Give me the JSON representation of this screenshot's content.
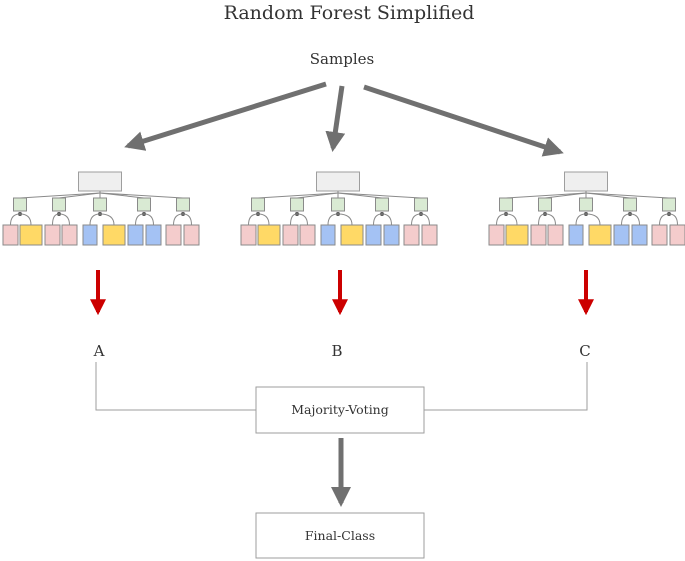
{
  "title": "Random Forest Simplified",
  "samples_label": "Samples",
  "trees": [
    {
      "output": "A",
      "leaves": [
        "pink",
        "yellow",
        "pink",
        "pink",
        "blue",
        "yellow",
        "blue",
        "blue",
        "pink",
        "pink"
      ]
    },
    {
      "output": "B",
      "leaves": [
        "pink",
        "yellow",
        "pink",
        "pink",
        "blue",
        "yellow",
        "blue",
        "blue",
        "pink",
        "pink"
      ]
    },
    {
      "output": "C",
      "leaves": [
        "pink",
        "yellow",
        "pink",
        "pink",
        "blue",
        "yellow",
        "blue",
        "blue",
        "pink",
        "pink"
      ]
    }
  ],
  "voting_label": "Majority-Voting",
  "final_label": "Final-Class",
  "colors": {
    "root_fill": "#efefef",
    "root_stroke": "#9e9e9e",
    "node_fill": "#d9ead3",
    "node_stroke": "#8a8a8a",
    "pink": "#f4cccc",
    "yellow": "#ffd966",
    "blue": "#a4c2f4",
    "leaf_stroke": "#8a8a8a",
    "gray_arrow": "#707070",
    "red_arrow": "#cc0000",
    "line": "#9e9e9e"
  }
}
